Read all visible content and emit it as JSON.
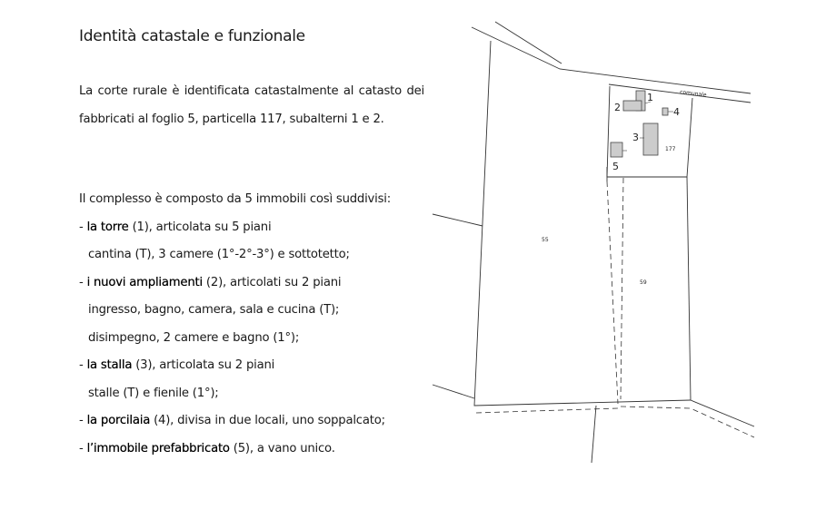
{
  "title": "Identità catastale e funzionale",
  "intro": "La corte rurale è identificata catastalmente al catasto dei fabbricati al foglio 5, particella 117, subalterni 1 e 2.",
  "composition_heading": "Il complesso è composto da 5 immobili così suddivisi:",
  "items": [
    {
      "prefix": "- ",
      "name": "la torre",
      "rest": " (1), articolata su 5 piani",
      "details": [
        "cantina (T), 3 camere (1°-2°-3°) e sottotetto;"
      ]
    },
    {
      "prefix": "- ",
      "name": "i nuovi ampliamenti",
      "rest": " (2), articolati su 2 piani",
      "details": [
        "ingresso, bagno, camera, sala e cucina (T);",
        "disimpegno, 2 camere e bagno (1°);"
      ]
    },
    {
      "prefix": "- ",
      "name": "la stalla",
      "rest": " (3), articolata su 2 piani",
      "details": [
        "stalle (T) e fienile (1°);"
      ]
    },
    {
      "prefix": "- ",
      "name": "la porcilaia",
      "rest": " (4), divisa in due locali, uno soppalcato;",
      "details": []
    },
    {
      "prefix": "- ",
      "name": "l’immobile prefabbricato",
      "rest": " (5), a vano unico.",
      "details": []
    }
  ],
  "map": {
    "road_label": "comunale",
    "parcels": {
      "p177": "177",
      "p55": "55",
      "p59": "59"
    },
    "building_labels": [
      "1",
      "2",
      "3",
      "4",
      "5"
    ]
  }
}
